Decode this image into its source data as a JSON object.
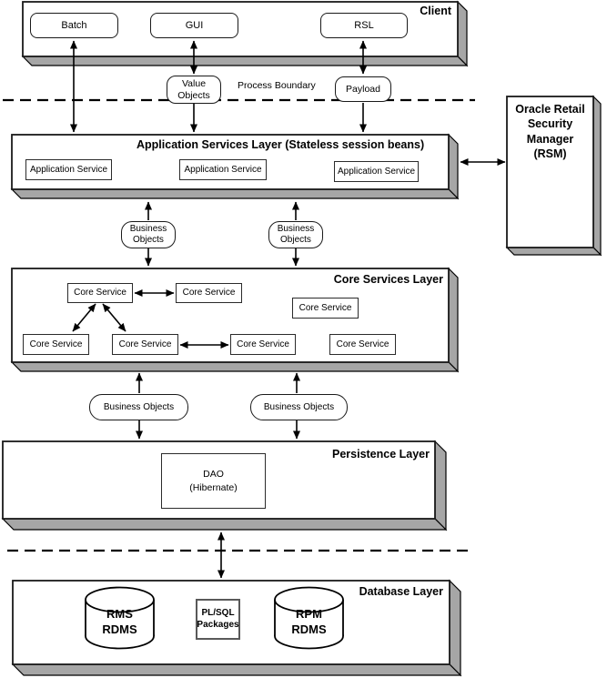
{
  "client": {
    "title": "Client",
    "batch": "Batch",
    "gui": "GUI",
    "rsl": "RSL"
  },
  "boundary": {
    "label": "Process Boundary",
    "value_objects": "Value\nObjects",
    "payload": "Payload"
  },
  "app_layer": {
    "title": "Application Services Layer (Stateless session beans)",
    "services": [
      "Application Service",
      "Application Service",
      "Application Service"
    ]
  },
  "rsm": {
    "title": "Oracle Retail\nSecurity\nManager\n(RSM)"
  },
  "business_objects_upper": [
    "Business\nObjects",
    "Business\nObjects"
  ],
  "core_layer": {
    "title": "Core Services Layer",
    "services": [
      "Core Service",
      "Core Service",
      "Core Service",
      "Core Service",
      "Core Service",
      "Core Service",
      "Core Service"
    ]
  },
  "business_objects_lower": [
    "Business Objects",
    "Business Objects"
  ],
  "persistence_layer": {
    "title": "Persistence Layer",
    "dao": "DAO\n(Hibernate)"
  },
  "database_layer": {
    "title": "Database Layer",
    "rms": "RMS\nRDMS",
    "plsql": "PL/SQL\nPackages",
    "rpm": "RPM\nRDMS"
  },
  "colors": {
    "background": "#ffffff",
    "box_fill": "#ffffff",
    "slab_shadow": "#a6a6a6",
    "line": "#000000",
    "plsql_border": "#595959"
  }
}
